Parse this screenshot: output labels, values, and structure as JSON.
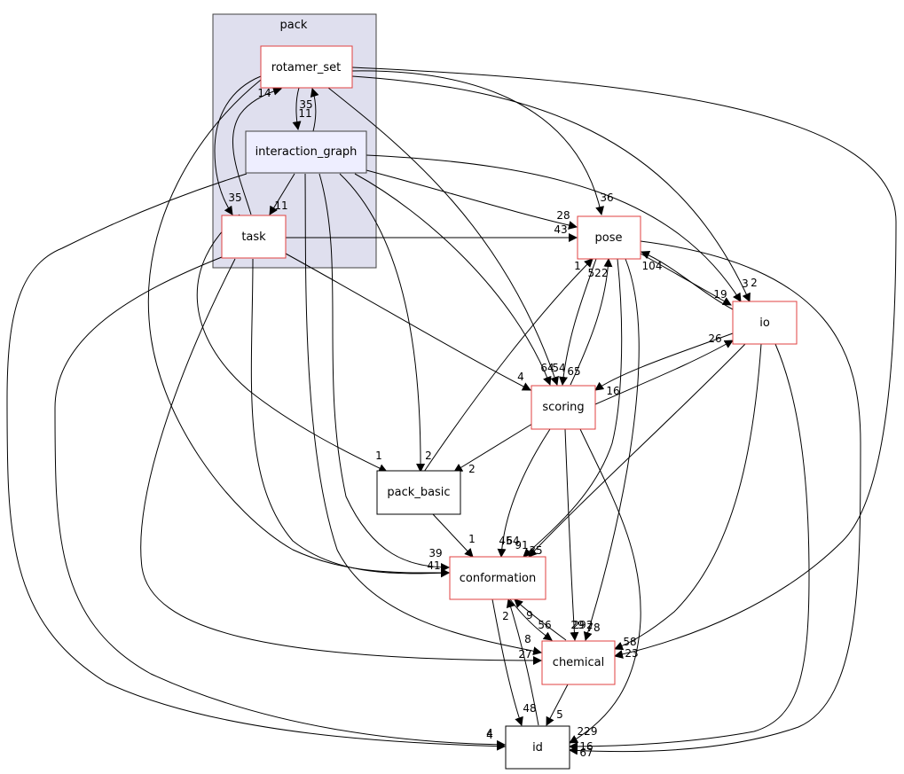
{
  "cluster": {
    "label": "pack",
    "fill": "#dfdfee",
    "stroke": "#404040"
  },
  "nodes": {
    "rotamer_set": {
      "label": "rotamer_set",
      "border": "#e04040",
      "fill": "#ffffff"
    },
    "interaction_graph": {
      "label": "interaction_graph",
      "border": "#404040",
      "fill": "#eeeeff"
    },
    "task": {
      "label": "task",
      "border": "#e04040",
      "fill": "#ffffff"
    },
    "pose": {
      "label": "pose",
      "border": "#e04040",
      "fill": "#ffffff"
    },
    "io": {
      "label": "io",
      "border": "#e04040",
      "fill": "#ffffff"
    },
    "scoring": {
      "label": "scoring",
      "border": "#e04040",
      "fill": "#ffffff"
    },
    "pack_basic": {
      "label": "pack_basic",
      "border": "#000000",
      "fill": "#ffffff"
    },
    "conformation": {
      "label": "conformation",
      "border": "#e04040",
      "fill": "#ffffff"
    },
    "chemical": {
      "label": "chemical",
      "border": "#e04040",
      "fill": "#ffffff"
    },
    "id": {
      "label": "id",
      "border": "#000000",
      "fill": "#ffffff"
    }
  },
  "edge_labels": [
    "14",
    "35",
    "11",
    "35",
    "11",
    "36",
    "28",
    "43",
    "1",
    "522",
    "104",
    "3",
    "2",
    "19",
    "26",
    "64",
    "54",
    "65",
    "16",
    "4",
    "1",
    "2",
    "2",
    "39",
    "41",
    "1",
    "45",
    "64",
    "91",
    "35",
    "2",
    "9",
    "56",
    "29",
    "292",
    "78",
    "58",
    "23",
    "8",
    "27",
    "48",
    "5",
    "229",
    "16",
    "67",
    "4",
    "4"
  ]
}
